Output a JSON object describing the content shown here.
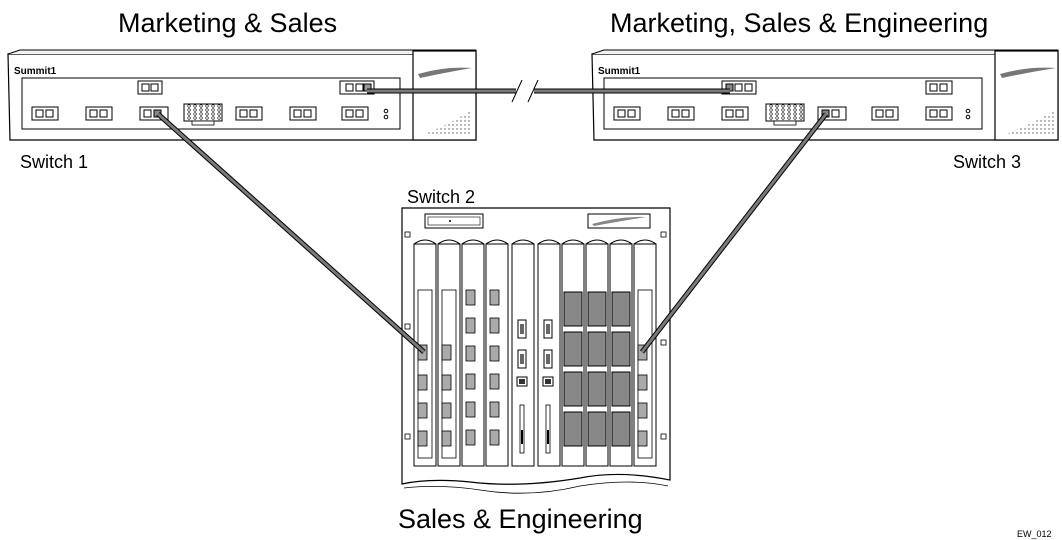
{
  "groups": {
    "group1": "Marketing & Sales",
    "group2": "Marketing, Sales & Engineering",
    "group3": "Sales & Engineering"
  },
  "switches": {
    "switch1": {
      "label": "Switch 1",
      "brand": "Summit1"
    },
    "switch2": {
      "label": "Switch 2"
    },
    "switch3": {
      "label": "Switch 3",
      "brand": "Summit1"
    }
  },
  "figure_code": "EW_012",
  "colors": {
    "cable": "#7a7a7a",
    "outline": "#000000",
    "port_fill": "#9a9a9a"
  }
}
